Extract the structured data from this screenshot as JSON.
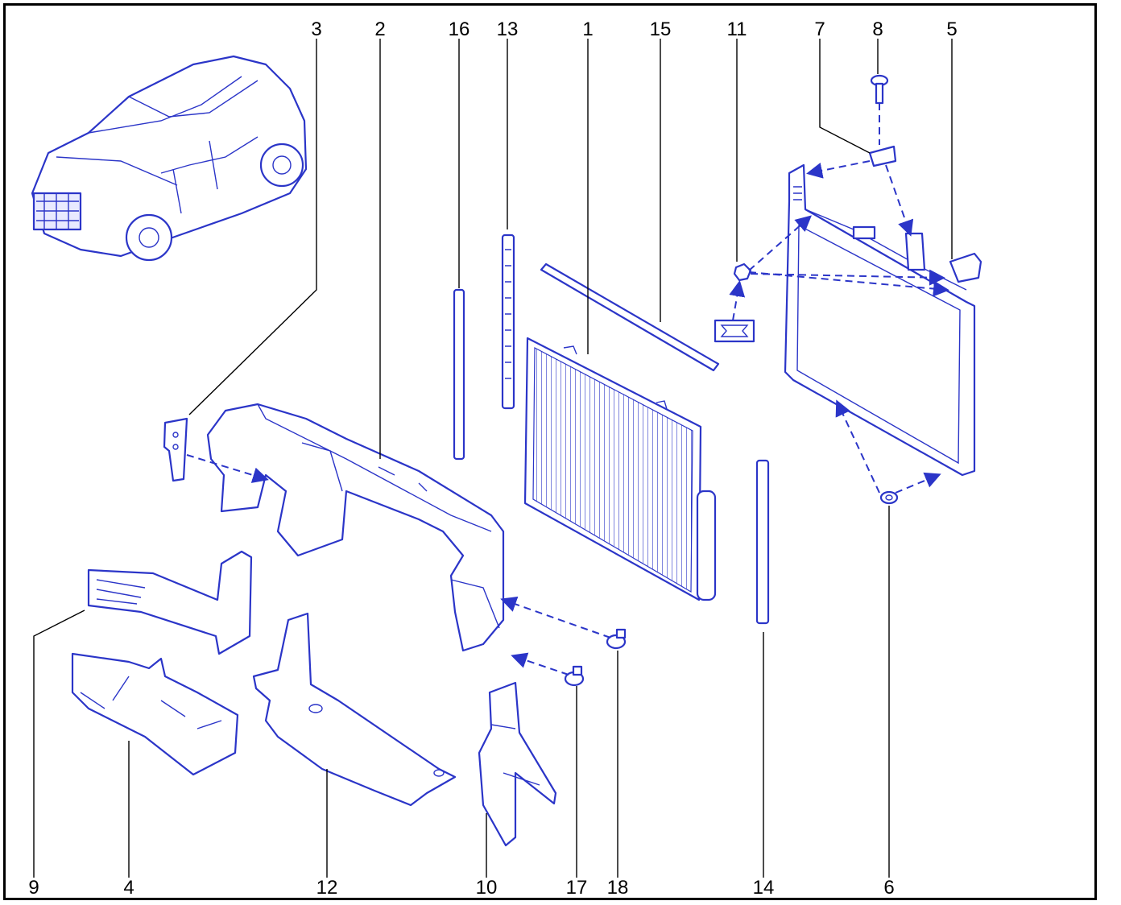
{
  "callouts": {
    "c1": "1",
    "c2": "2",
    "c3": "3",
    "c4": "4",
    "c5": "5",
    "c6": "6",
    "c7": "7",
    "c8": "8",
    "c9": "9",
    "c10": "10",
    "c11": "11",
    "c12": "12",
    "c13": "13",
    "c14": "14",
    "c15": "15",
    "c16": "16",
    "c17": "17",
    "c18": "18"
  },
  "colors": {
    "line": "#2b35c8",
    "label": "#000000",
    "frame": "#000000"
  },
  "icons": {
    "vehicle": "suv-vehicle-icon",
    "hint": "clip-seal-icon"
  }
}
